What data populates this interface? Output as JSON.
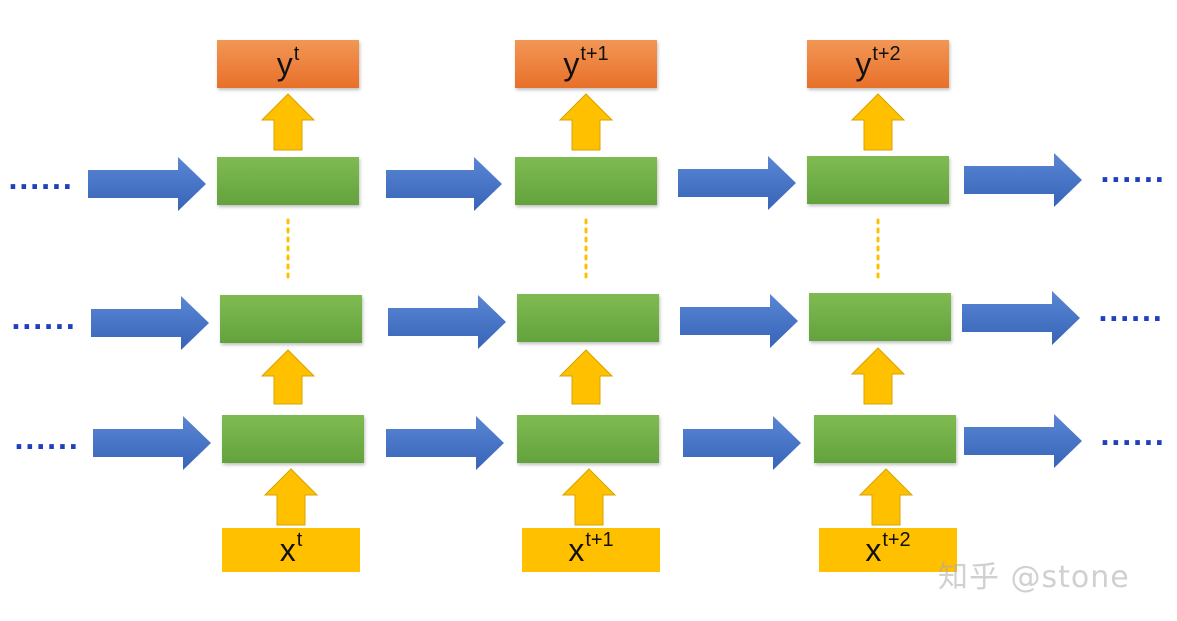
{
  "ellipsis": "......",
  "outputs": [
    {
      "base": "y",
      "sup": "t"
    },
    {
      "base": "y",
      "sup": "t+1"
    },
    {
      "base": "y",
      "sup": "t+2"
    }
  ],
  "inputs": [
    {
      "base": "x",
      "sup": "t"
    },
    {
      "base": "x",
      "sup": "t+1"
    },
    {
      "base": "x",
      "sup": "t+2"
    }
  ],
  "watermark": "知乎 @stone",
  "colors": {
    "cell": "#72ae48",
    "arrow_blue": "#4472c4",
    "arrow_yellow": "#ffc000",
    "output_box": "#ed7d31",
    "input_box": "#ffc000",
    "dots": "#ffc000",
    "ellipsis": "#1f3fbf"
  }
}
